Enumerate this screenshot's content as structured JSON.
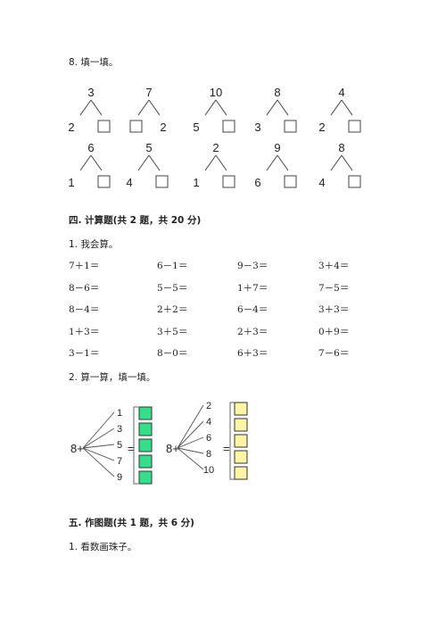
{
  "q8": {
    "title": "8. 填一填。",
    "bonds": [
      {
        "top": "3",
        "left": "2",
        "right": ""
      },
      {
        "top": "7",
        "left": "",
        "right": "2"
      },
      {
        "top": "10",
        "left": "5",
        "right": ""
      },
      {
        "top": "8",
        "left": "3",
        "right": ""
      },
      {
        "top": "4",
        "left": "2",
        "right": ""
      },
      {
        "top": "6",
        "left": "1",
        "right": ""
      },
      {
        "top": "5",
        "left": "4",
        "right": ""
      },
      {
        "top": "2",
        "left": "1",
        "right": ""
      },
      {
        "top": "9",
        "left": "6",
        "right": ""
      },
      {
        "top": "8",
        "left": "4",
        "right": ""
      }
    ]
  },
  "section4": {
    "title": "四. 计算题(共 2 题，共 20 分)",
    "q1_title": "1. 我会算。",
    "equations": [
      [
        "7+1=",
        "6-1=",
        "9-3=",
        "3+4="
      ],
      [
        "8-6=",
        "5-5=",
        "1+7=",
        "7-5="
      ],
      [
        "8-4=",
        "2+2=",
        "6-4=",
        "3+3="
      ],
      [
        "1+3=",
        "3+5=",
        "2+3=",
        "0+9="
      ],
      [
        "3-1=",
        "8-0=",
        "6+3=",
        "7-6="
      ]
    ],
    "q2_title": "2. 算一算，填一填。",
    "fans": [
      {
        "base": "8+",
        "eq": "=",
        "addends": [
          "1",
          "3",
          "5",
          "7",
          "9"
        ],
        "color": "#33e08a"
      },
      {
        "base": "8+",
        "eq": "=",
        "addends": [
          "2",
          "4",
          "6",
          "8",
          "10"
        ],
        "color": "#fbf5a5"
      }
    ]
  },
  "section5": {
    "title": "五. 作图题(共 1 题，共 6 分)",
    "q1_title": "1. 看数画珠子。"
  }
}
